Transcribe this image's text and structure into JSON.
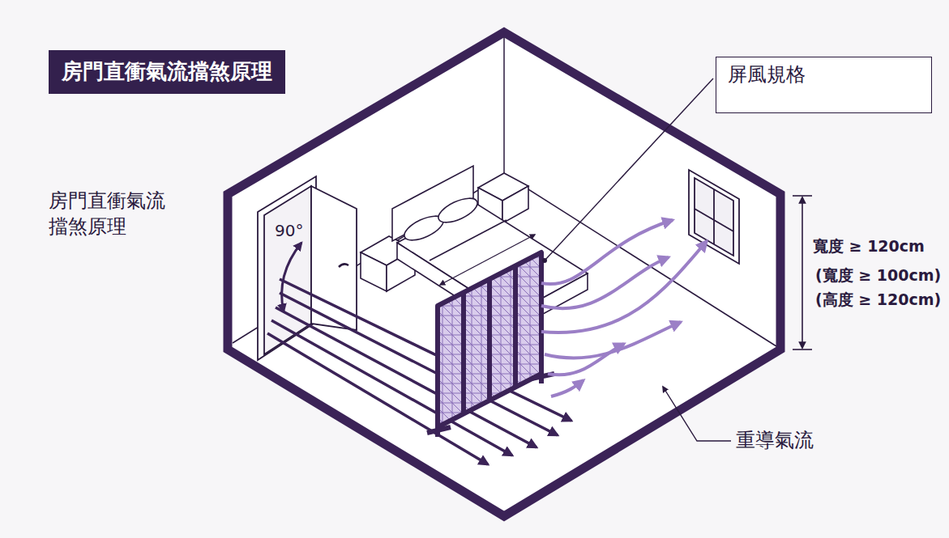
{
  "diagram": {
    "title": "房門直衝氣流擋煞原理",
    "nodes": [
      {
        "text": [
          "屏風規格"
        ]
      }
    ],
    "labels": [
      "房門直衝氣流 擋煞原理",
      "90°",
      "寬度 ≥ 120cm",
      "(寬度 ≥ 100cm)",
      "(高度 ≥ 120cm)",
      "重導氣流"
    ]
  }
}
